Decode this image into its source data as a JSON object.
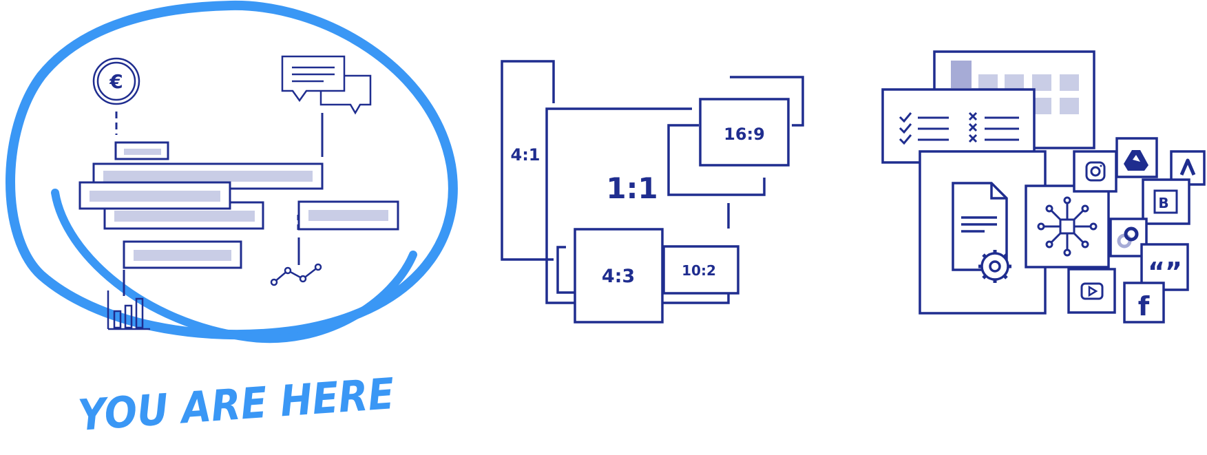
{
  "colors": {
    "navy": "#1f2d8f",
    "brush": "#3a97f5",
    "bar_fill": "#c9cde6",
    "bar_fill_dark": "#a6abd6",
    "background": "#ffffff"
  },
  "panel_left": {
    "currency_symbol": "€",
    "callout_text": "YOU ARE HERE",
    "icons": [
      "euro-coin-icon",
      "chat-bubbles-icon",
      "line-trend-icon",
      "bar-chart-icon"
    ]
  },
  "panel_middle": {
    "ratios": {
      "r4_1": "4:1",
      "r1_1": "1:1",
      "r16_9": "16:9",
      "r4_3": "4:3",
      "r10_2": "10:2"
    }
  },
  "panel_right": {
    "icons": [
      "spreadsheet-icon",
      "checklist-icon",
      "document-settings-icon",
      "integration-hub-icon",
      "instagram-icon",
      "google-drive-icon",
      "adwords-icon",
      "bynder-icon",
      "sync-icon",
      "quote-icon",
      "youtube-icon",
      "facebook-icon"
    ],
    "glyphs": {
      "bynder": "B",
      "quote": "“”",
      "facebook": "f"
    }
  }
}
